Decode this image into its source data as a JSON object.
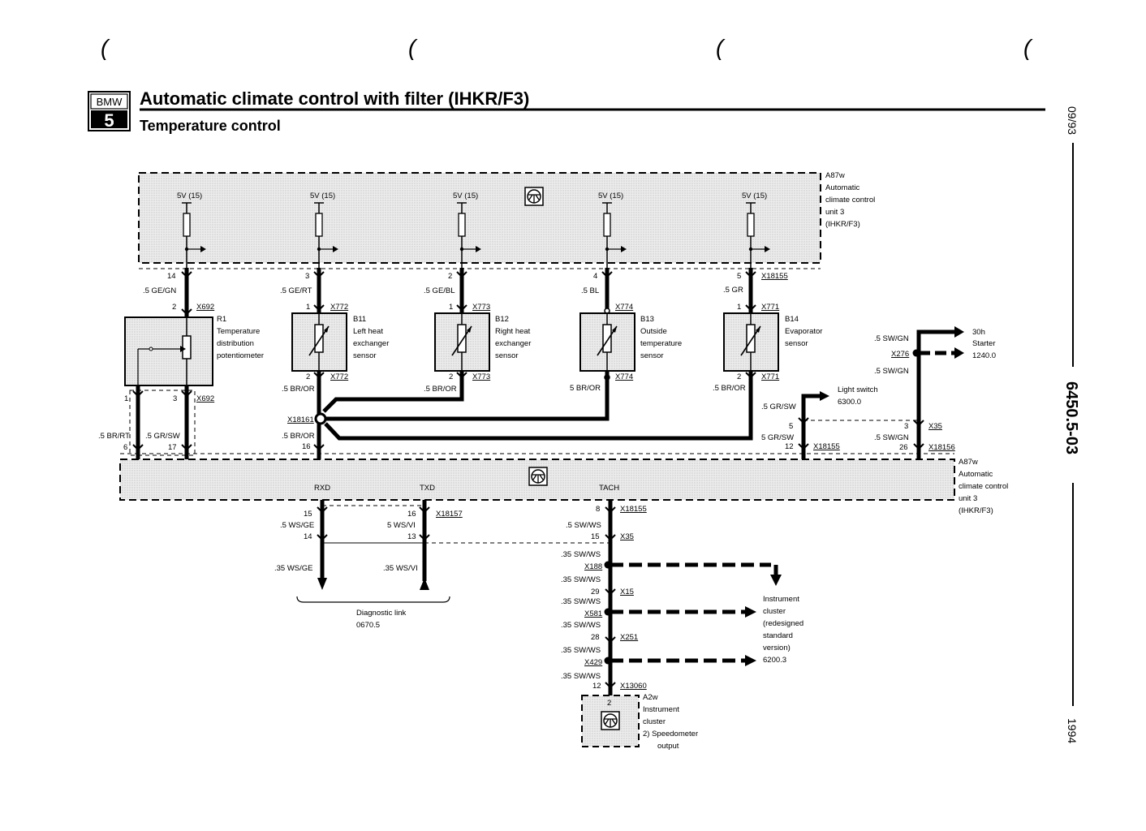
{
  "binding_marks": [
    "(",
    "(",
    "(",
    "("
  ],
  "header": {
    "logo_top": "BMW",
    "logo_bottom": "5",
    "title": "Automatic climate control with filter (IHKR/F3)",
    "subtitle": "Temperature control"
  },
  "side": {
    "date": "09/93",
    "doc_number": "6450.5-03",
    "year": "1994"
  },
  "top_unit": {
    "id": "A87w",
    "desc": [
      "Automatic",
      "climate control",
      "unit 3",
      "(IHKR/F3)"
    ],
    "supplies": [
      "5V (15)",
      "5V (15)",
      "5V (15)",
      "5V (15)",
      "5V (15)"
    ]
  },
  "bottom_unit": {
    "id": "A87w",
    "desc": [
      "Automatic",
      "climate control",
      "unit 3",
      "(IHKR/F3)"
    ],
    "signals": [
      "RXD",
      "TXD",
      "TACH"
    ]
  },
  "components": {
    "r1": {
      "id": "R1",
      "desc": [
        "Temperature",
        "distribution",
        "potentiometer"
      ]
    },
    "b11": {
      "id": "B11",
      "desc": [
        "Left heat",
        "exchanger",
        "sensor"
      ]
    },
    "b12": {
      "id": "B12",
      "desc": [
        "Right heat",
        "exchanger",
        "sensor"
      ]
    },
    "b13": {
      "id": "B13",
      "desc": [
        "Outside",
        "temperature",
        "sensor"
      ]
    },
    "b14": {
      "id": "B14",
      "desc": [
        "Evaporator",
        "sensor"
      ]
    },
    "a2w": {
      "id": "A2w",
      "desc": [
        "Instrument",
        "cluster",
        "2)    Speedometer",
        "output"
      ]
    }
  },
  "top_wires": {
    "pins": [
      "14",
      "3",
      "2",
      "4",
      "5"
    ],
    "colors": [
      ".5 GE/GN",
      ".5 GE/RT",
      ".5 GE/BL",
      ".5 BL",
      ".5 GR"
    ],
    "x18155": "X18155"
  },
  "sensor_conn": {
    "pin_top": [
      "2",
      "1",
      "1",
      "1"
    ],
    "conn_top": [
      "X692",
      "X772",
      "X773",
      "X774",
      "X771"
    ],
    "pin_bot": [
      "2",
      "2",
      "2"
    ],
    "conn_bot": [
      "X772",
      "X773",
      "X774",
      "X771"
    ],
    "colors": [
      ".5 BR/OR",
      ".5 BR/OR",
      "5 BR/OR",
      ".5 BR/OR"
    ]
  },
  "r1_pins": {
    "p1": "1",
    "p3": "3",
    "conn": "X692",
    "left_color": ".5 BR/RT",
    "left_pin": "6",
    "right_color": ".5 GR/SW",
    "right_pin": "17"
  },
  "splice": {
    "id": "X18161",
    "color": ".5 BR/OR",
    "pin": "16"
  },
  "light_switch": {
    "label": [
      "Light switch",
      "6300.0"
    ],
    "color_top": ".5 GR/SW",
    "pin5": "5",
    "color_bot": "5 GR/SW",
    "pin12": "12",
    "conn": "X18155"
  },
  "starter": {
    "label": [
      "30h",
      "Starter",
      "1240.0"
    ],
    "color1": ".5 SW/GN",
    "conn_x276": "X276",
    "color2": ".5 SW/GN",
    "pin3": "3",
    "conn_x35": "X35",
    "color3": ".5 SW/GN",
    "pin26": "26",
    "conn": "X18156"
  },
  "diagnostic": {
    "pin15": "15",
    "pin16": "16",
    "conn": "X18157",
    "color_ge": ".5 WS/GE",
    "color_vi": "5 WS/VI",
    "pin14": "14",
    "pin13": "13",
    "lead_ge": ".35 WS/GE",
    "lead_vi": ".35 WS/VI",
    "label": [
      "Diagnostic link",
      "0670.5"
    ]
  },
  "tach": {
    "pin8": "8",
    "conn1": "X18155",
    "color1": ".5 SW/WS",
    "pin15": "15",
    "conn_x35": "X35",
    "colors": [
      ".35 SW/WS",
      ".35 SW/WS",
      ".35 SW/WS",
      ".35 SW/WS",
      ".35 SW/WS",
      ".35 SW/WS"
    ],
    "x188": "X188",
    "pin29": "29",
    "x15": "X15",
    "x581": "X581",
    "pin28": "28",
    "x251": "X251",
    "x429": "X429",
    "pin12": "12",
    "x13060": "X13060",
    "pin2": "2"
  },
  "instrument_cluster": {
    "label": [
      "Instrument",
      "cluster",
      "(redesigned",
      "standard",
      "version)",
      "6200.3"
    ]
  }
}
